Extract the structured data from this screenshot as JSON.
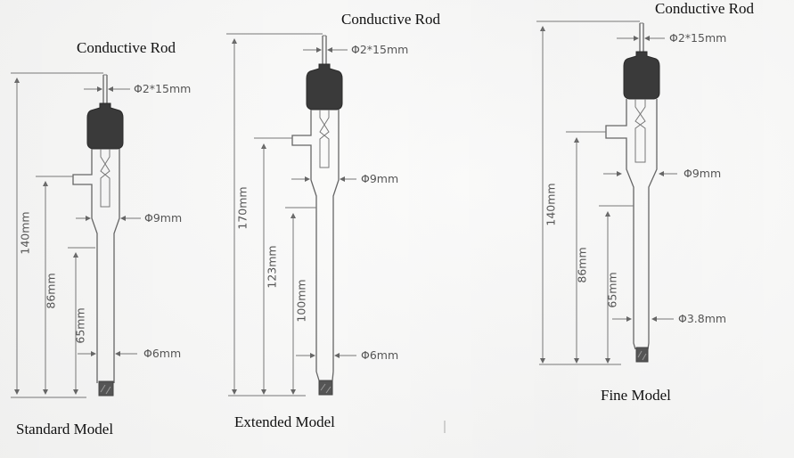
{
  "figure": {
    "description": "Electrode model dimension diagrams",
    "colors": {
      "line": "#666666",
      "cap": "#3a3a3a",
      "text": "#111111",
      "dimension_text": "#555555"
    }
  },
  "models": [
    {
      "name": "Standard Model",
      "part_label": "Conductive Rod",
      "rod_diameter_length": "Φ2*15mm",
      "upper_diameter": "Φ9mm",
      "lower_diameter": "Φ6mm",
      "total_length": "140mm",
      "side_port_height": "86mm",
      "stem_length": "65mm"
    },
    {
      "name": "Extended Model",
      "part_label": "Conductive Rod",
      "rod_diameter_length": "Φ2*15mm",
      "upper_diameter": "Φ9mm",
      "lower_diameter": "Φ6mm",
      "total_length": "170mm",
      "side_port_height": "123mm",
      "stem_length": "100mm"
    },
    {
      "name": "Fine Model",
      "part_label": "Conductive Rod",
      "rod_diameter_length": "Φ2*15mm",
      "upper_diameter": "Φ9mm",
      "lower_diameter": "Φ3.8mm",
      "total_length": "140mm",
      "side_port_height": "86mm",
      "stem_length": "65mm"
    }
  ]
}
